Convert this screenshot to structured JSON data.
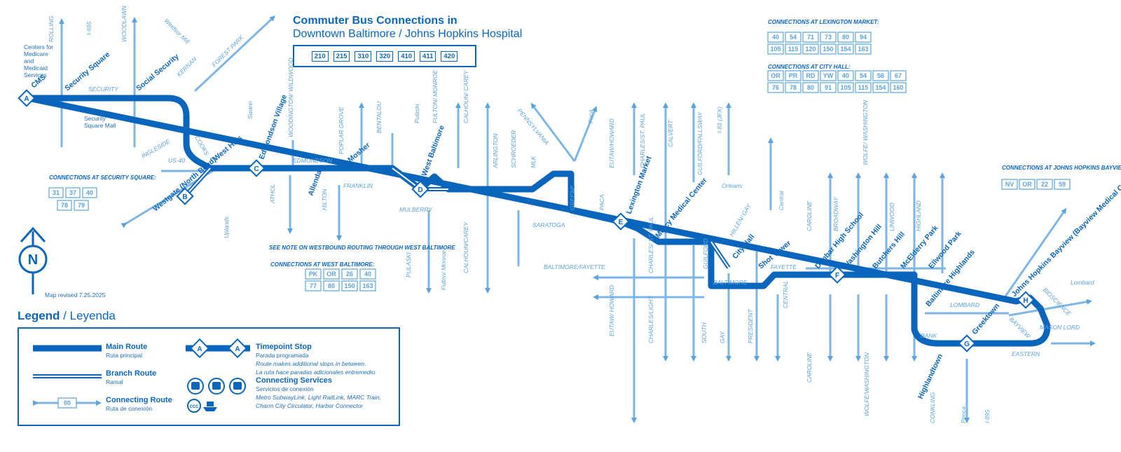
{
  "title": "Commuter Bus Connections in",
  "subtitle": "Downtown Baltimore / Johns Hopkins Hospital",
  "routes": [
    "210",
    "215",
    "310",
    "320",
    "410",
    "411",
    "420"
  ],
  "map_revised": "Map revised 7.25.2025",
  "legend": {
    "title_en": "Legend",
    "title_es": " / Leyenda",
    "main_route": "Main Route",
    "main_route_es": "Ruta principal",
    "branch_route": "Branch Route",
    "branch_route_es": "Ramal",
    "connecting_route": "Connecting Route",
    "connecting_route_es": "Ruta de conexión",
    "connecting_sample": "00",
    "timepoint": "Timepoint Stop",
    "timepoint_es": "Parada programada",
    "timepoint_note1": "Route makes additional stops in between.",
    "timepoint_note2": "La ruta hace paradas adicionales entremedio.",
    "services": "Connecting Services",
    "services_es": "Servicios de conexión",
    "services_note1": "Metro SubwayLink, Light RailLink, MARC Train,",
    "services_note2": "Charm City Circulator, Harbor Connector",
    "sample_letter": "A"
  },
  "stops": [
    {
      "letter": "A",
      "name": "CMS"
    },
    {
      "letter": "B",
      "name": "Westgate (North Bend)"
    },
    {
      "letter": "C",
      "name": "Edmondson Village"
    },
    {
      "letter": "D",
      "name": "West Baltimore"
    },
    {
      "letter": "E",
      "name": "Lexington Market"
    },
    {
      "letter": "F",
      "name": "Washington Hill"
    },
    {
      "letter": "G",
      "name": "Greektown"
    },
    {
      "letter": "H",
      "name": "Johns Hopkins Bayview (Bayview Medical Center)"
    }
  ],
  "other_stops": [
    "Security Square",
    "Social Security",
    "West Hills",
    "Allendale",
    "Mosher",
    "Mercy Medical Center",
    "City Hall",
    "Shot Tower",
    "Dunbar High School",
    "Butchers Hill",
    "McElderry Park",
    "Ellwood Park",
    "Baltimore Highlands",
    "Highlandtown"
  ],
  "places": [
    "Centers for",
    "Medicare",
    "and",
    "Medicaid",
    "Services",
    "Security",
    "Square Mall"
  ],
  "streets": [
    "SECURITY",
    "ROLLING",
    "WOODLAWN",
    "I-695",
    "Windsor Mill",
    "KERNAN",
    "FOREST PARK",
    "INGLESIDE",
    "COOKS",
    "US-40",
    "EDMONDSON",
    "Swann",
    "WOODINGTON/ WILDWOOD",
    "ATHOL",
    "HILTON",
    "FRANKLIN",
    "POPLAR GROVE",
    "BENTALOU",
    "Pulaski",
    "FULTON/ MONROE",
    "CALHOUN/ CAREY",
    "ARLINGTON",
    "SCHROEDER",
    "PENNSYLVANIA",
    "MLK",
    "Paca",
    "MULBERRY",
    "SARATOGA",
    "GREENE",
    "PACA",
    "EUTAW/HOWARD",
    "CHARLES/ST. PAUL",
    "CALVERT",
    "GUILFORD/FALLSWAY",
    "I-83 (JFX)",
    "Orleans",
    "HILLEN/ GAY",
    "Central",
    "FAYETTE",
    "BALTIMORE",
    "PRESIDENT",
    "CENTRAL",
    "CAROLINE",
    "BROADWAY",
    "WOLFE/ WASHINGTON",
    "LINWOOD",
    "HIGHLAND",
    "LOMBARD",
    "BANK",
    "EASTERN",
    "CONKLING",
    "Ponca",
    "I-895",
    "Lombard",
    "BIOSCIENCE",
    "MASON LORD",
    "BAYVIEW",
    "Uplands",
    "PULASKI",
    "Fulton/ Monroe",
    "CALHOUN/CAREY",
    "BALTIMORE/FAYETTE",
    "CHARLES/ ST. PAUL",
    "CHARLES/LIGHT",
    "SOUTH",
    "GAY",
    "GUILFORD",
    "CAROLINE",
    "WOLFE/WASHINGTON",
    "EUTAW/ HOWARD",
    "Fulton/ Monroe"
  ],
  "notes": {
    "security_square": "CONNECTIONS AT SECURITY SQUARE:",
    "west_baltimore": "CONNECTIONS AT WEST BALTIMORE:",
    "westbound": "SEE NOTE ON WESTBOUND ROUTING THROUGH WEST BALTIMORE",
    "lexington": "CONNECTIONS AT LEXINGTON MARKET:",
    "city_hall": "CONNECTIONS AT CITY HALL:",
    "bayview": "CONNECTIONS AT JOHNS HOPKINS BAYVIEW:"
  },
  "connections": {
    "security_square": [
      "31",
      "37",
      "40",
      "78",
      "79"
    ],
    "west_baltimore": [
      "PK",
      "OR",
      "26",
      "40",
      "77",
      "80",
      "150",
      "163"
    ],
    "lexington": [
      "40",
      "54",
      "71",
      "73",
      "80",
      "94",
      "105",
      "115",
      "120",
      "150",
      "154",
      "163"
    ],
    "city_hall": [
      "OR",
      "PR",
      "RD",
      "YW",
      "40",
      "54",
      "56",
      "67",
      "76",
      "78",
      "80",
      "91",
      "105",
      "115",
      "154",
      "160"
    ],
    "bayview": [
      "NV",
      "OR",
      "22",
      "59"
    ]
  },
  "colors": {
    "main": "#0a66bd",
    "light": "#5ba3dc"
  }
}
